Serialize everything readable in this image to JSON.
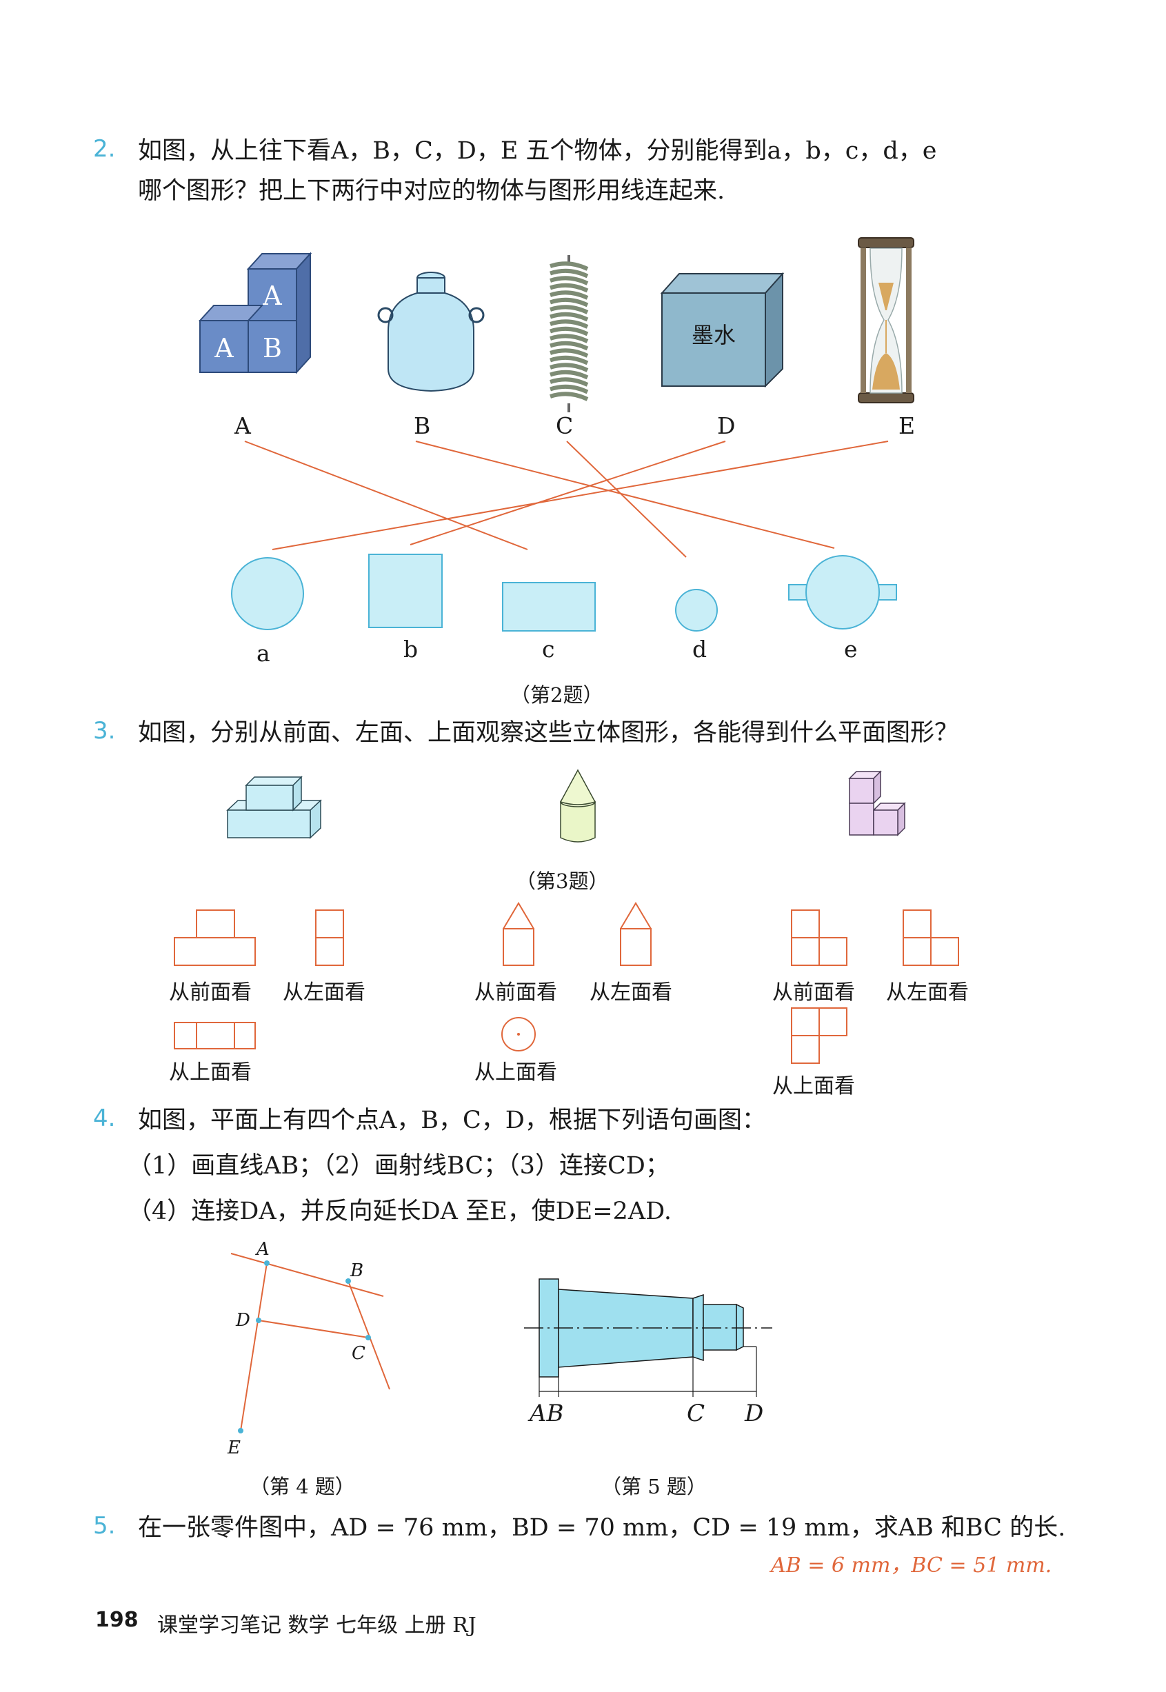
{
  "q2": {
    "num": "2.",
    "line1": "如图，从上往下看A，B，C，D，E 五个物体，分别能得到a，b，c，d，e",
    "line2": "哪个图形？把上下两行中对应的物体与图形用线连起来.",
    "cube_letters": [
      "A",
      "A",
      "B"
    ],
    "ink_label": "墨水",
    "objects": [
      "A",
      "B",
      "C",
      "D",
      "E"
    ],
    "shapes": [
      "a",
      "b",
      "c",
      "d",
      "e"
    ],
    "caption": "（第2题）"
  },
  "q3": {
    "num": "3.",
    "text": "如图，分别从前面、左面、上面观察这些立体图形，各能得到什么平面图形？",
    "caption": "（第3题）",
    "view_front": "从前面看",
    "view_left": "从左面看",
    "view_top": "从上面看"
  },
  "q4": {
    "num": "4.",
    "line1": "如图，平面上有四个点A，B，C，D，根据下列语句画图：",
    "line2": "（1）画直线AB；（2）画射线BC；（3）连接CD；",
    "line3": "（4）连接DA，并反向延长DA 至E，使DE=2AD.",
    "points": [
      "A",
      "B",
      "C",
      "D",
      "E"
    ],
    "caption": "（第 4 题）"
  },
  "q5": {
    "num": "5.",
    "text": "在一张零件图中，AD = 76 mm，BD = 70 mm，CD = 19 mm，求AB 和BC 的长.",
    "points_row": "AB",
    "point_c": "C",
    "point_d": "D",
    "caption": "（第 5 题）",
    "answer": "AB = 6 mm，BC = 51 mm."
  },
  "footer": {
    "page": "198",
    "title": "课堂学习笔记  数学  七年级  上册  RJ"
  },
  "colors": {
    "accent": "#4ab3d6",
    "answer": "#e0673b",
    "shape_fill": "#c9eef7",
    "shape_stroke": "#4ab3d6"
  }
}
